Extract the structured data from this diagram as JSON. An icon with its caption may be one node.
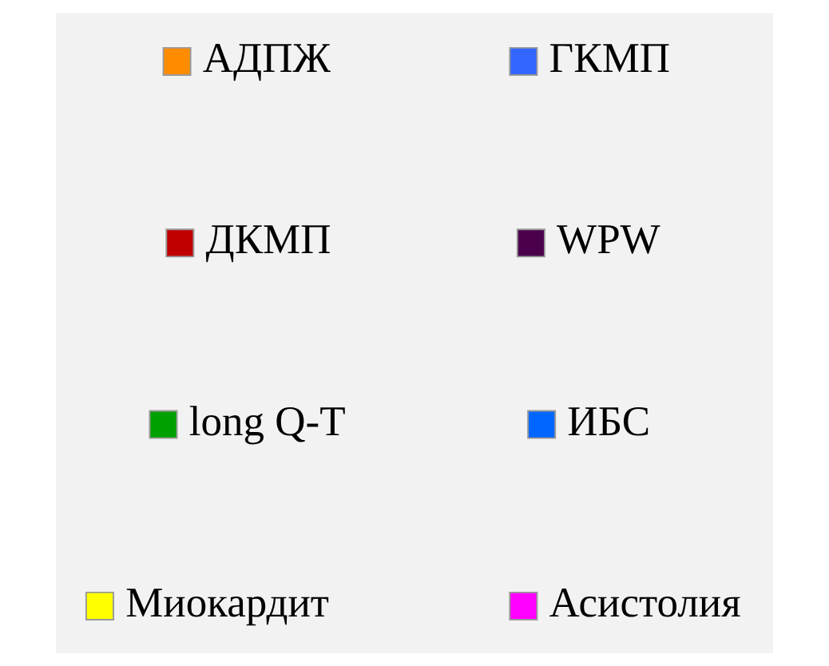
{
  "diagram": {
    "legend": [
      {
        "text": "АДПЖ",
        "color": "#ff8c00"
      },
      {
        "text": "ГКМП",
        "color": "#3366ff"
      },
      {
        "text": "ДКМП",
        "color": "#c00000"
      },
      {
        "text": "WPW",
        "color": "#4b004b"
      },
      {
        "text": "long Q-T",
        "color": "#00a000"
      },
      {
        "text": "ИБС",
        "color": "#0066ff"
      },
      {
        "text": "Миокардит",
        "color": "#ffff00"
      },
      {
        "text": "Асистолия",
        "color": "#ff00ff"
      }
    ]
  }
}
